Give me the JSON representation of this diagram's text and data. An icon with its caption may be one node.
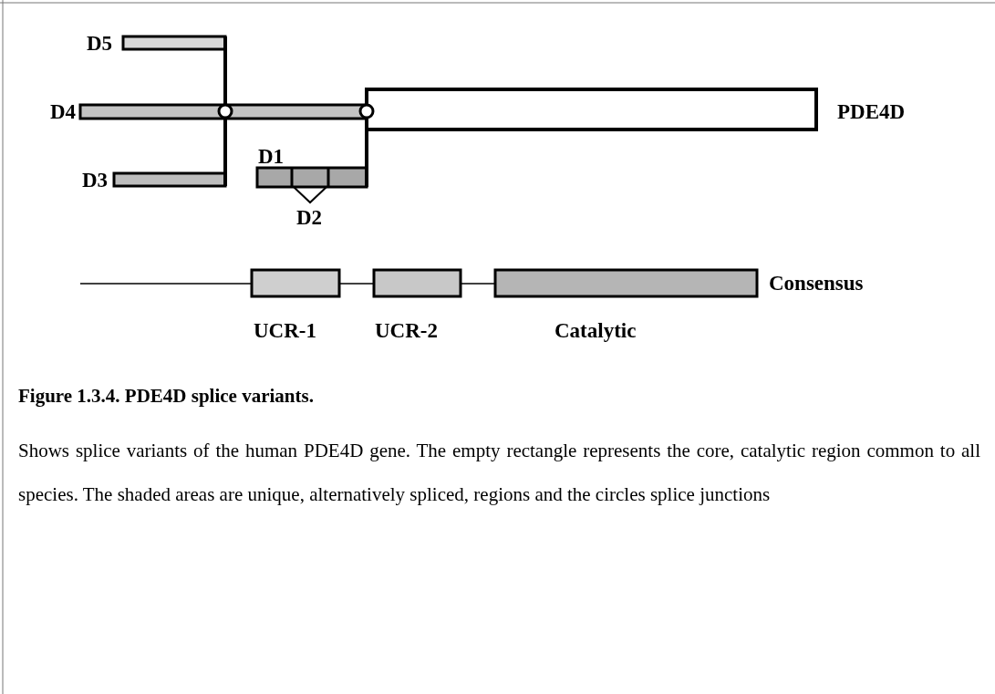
{
  "diagram": {
    "title": "Figure 1.3.4. PDE4D splice variants.",
    "caption": "Shows splice variants of the human PDE4D gene. The empty rectangle represents the core, catalytic region common to all species. The shaded areas are unique, alternatively spliced, regions and the circles splice junctions",
    "labels": [
      "D5",
      "D4",
      "PDE4D",
      "D1",
      "D3",
      "D2",
      "Consensus",
      "UCR-1",
      "UCR-2",
      "Catalytic"
    ]
  }
}
